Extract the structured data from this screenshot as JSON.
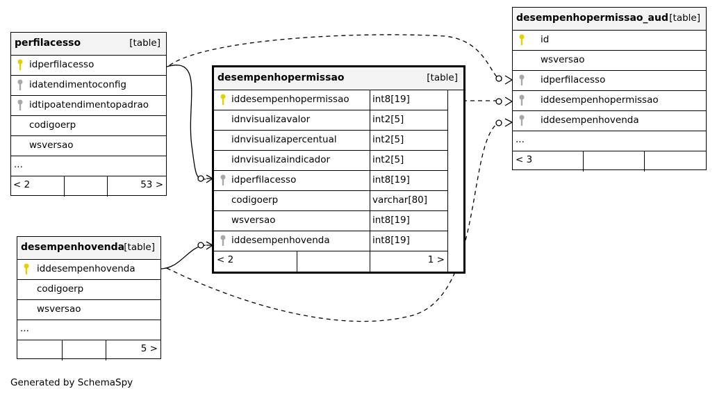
{
  "tables": {
    "perfilacesso": {
      "name": "perfilacesso",
      "type": "[table]",
      "columns": [
        "idperfilacesso",
        "idatendimentoconfig",
        "idtipoatendimentopadrao",
        "codigoerp",
        "wsversao"
      ],
      "ellipsis": "...",
      "footer": {
        "left": "< 2",
        "right": "53 >"
      }
    },
    "desempenhopermissao": {
      "name": "desempenhopermissao",
      "type": "[table]",
      "columns": [
        {
          "name": "iddesempenhopermissao",
          "type": "int8[19]"
        },
        {
          "name": "idnvisualizavalor",
          "type": "int2[5]"
        },
        {
          "name": "idnvisualizapercentual",
          "type": "int2[5]"
        },
        {
          "name": "idnvisualizaindicador",
          "type": "int2[5]"
        },
        {
          "name": "idperfilacesso",
          "type": "int8[19]"
        },
        {
          "name": "codigoerp",
          "type": "varchar[80]"
        },
        {
          "name": "wsversao",
          "type": "int8[19]"
        },
        {
          "name": "iddesempenhovenda",
          "type": "int8[19]"
        }
      ],
      "footer": {
        "left": "< 2",
        "right": "1 >"
      }
    },
    "desempenhovenda": {
      "name": "desempenhovenda",
      "type": "[table]",
      "columns": [
        "iddesempenhovenda",
        "codigoerp",
        "wsversao"
      ],
      "ellipsis": "...",
      "footer": {
        "left": "",
        "right": "5 >"
      }
    },
    "desempenhopermissao_aud": {
      "name": "desempenhopermissao_aud",
      "type": "[table]",
      "columns": [
        "id",
        "wsversao",
        "idperfilacesso",
        "iddesempenhopermissao",
        "iddesempenhovenda"
      ],
      "ellipsis": "...",
      "footer": {
        "left": "< 3",
        "right": ""
      }
    }
  },
  "colors": {
    "primary_key": "#e8d000",
    "foreign_key": "#a8a8a8",
    "header_bg": "#f4f4f4"
  },
  "footer_text": "Generated by SchemaSpy"
}
